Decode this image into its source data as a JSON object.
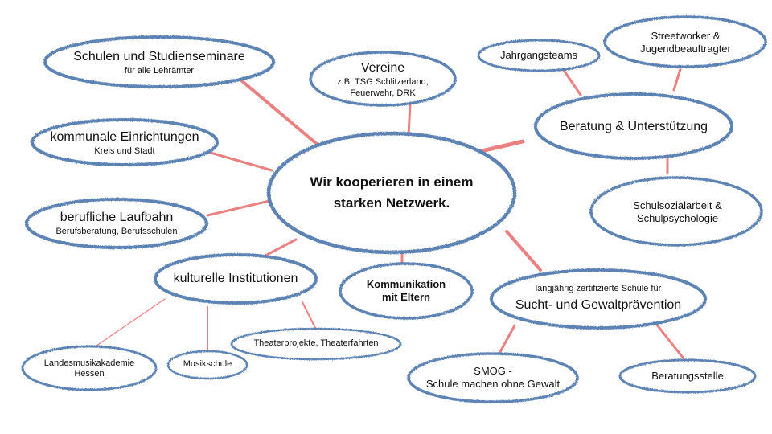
{
  "center": {
    "line1": "Wir kooperieren in einem",
    "line2": "starken Netzwerk."
  },
  "nodes": {
    "schulen": {
      "title": "Schulen und Studienseminare",
      "sub": "für alle Lehrämter"
    },
    "vereine": {
      "title": "Vereine",
      "sub1": "z.B. TSG Schlitzerland,",
      "sub2": "Feuerwehr, DRK"
    },
    "kommunale": {
      "title": "kommunale Einrichtungen",
      "sub": "Kreis und Stadt"
    },
    "beruflich": {
      "title": "berufliche Laufbahn",
      "sub": "Berufsberatung, Berufsschulen"
    },
    "kulturelle": {
      "title": "kulturelle Institutionen"
    },
    "kommunikation": {
      "line1": "Kommunikation",
      "line2": "mit Eltern"
    },
    "jahrgang": {
      "title": "Jahrgangsteams"
    },
    "streetworker": {
      "line1": "Streetworker &",
      "line2": "Jugendbeauftragter"
    },
    "beratung": {
      "title": "Beratung & Unterstützung"
    },
    "schulsozial": {
      "line1": "Schulsozialarbeit &",
      "line2": "Schulpsychologie"
    },
    "sucht": {
      "sub": "langjährig zertifizierte Schule für",
      "title": "Sucht- und Gewaltprävention"
    },
    "landesmusik": {
      "line1": "Landesmusikakademie",
      "line2": "Hessen"
    },
    "musikschule": {
      "title": "Musikschule"
    },
    "theater": {
      "title": "Theaterprojekte, Theaterfahrten"
    },
    "smog": {
      "line1": "SMOG -",
      "line2": "Schule machen ohne Gewalt"
    },
    "beratungsstelle": {
      "title": "Beratungsstelle"
    }
  },
  "colors": {
    "ellipse_stroke": "#5b83b3",
    "connector": "#e86a6a"
  }
}
